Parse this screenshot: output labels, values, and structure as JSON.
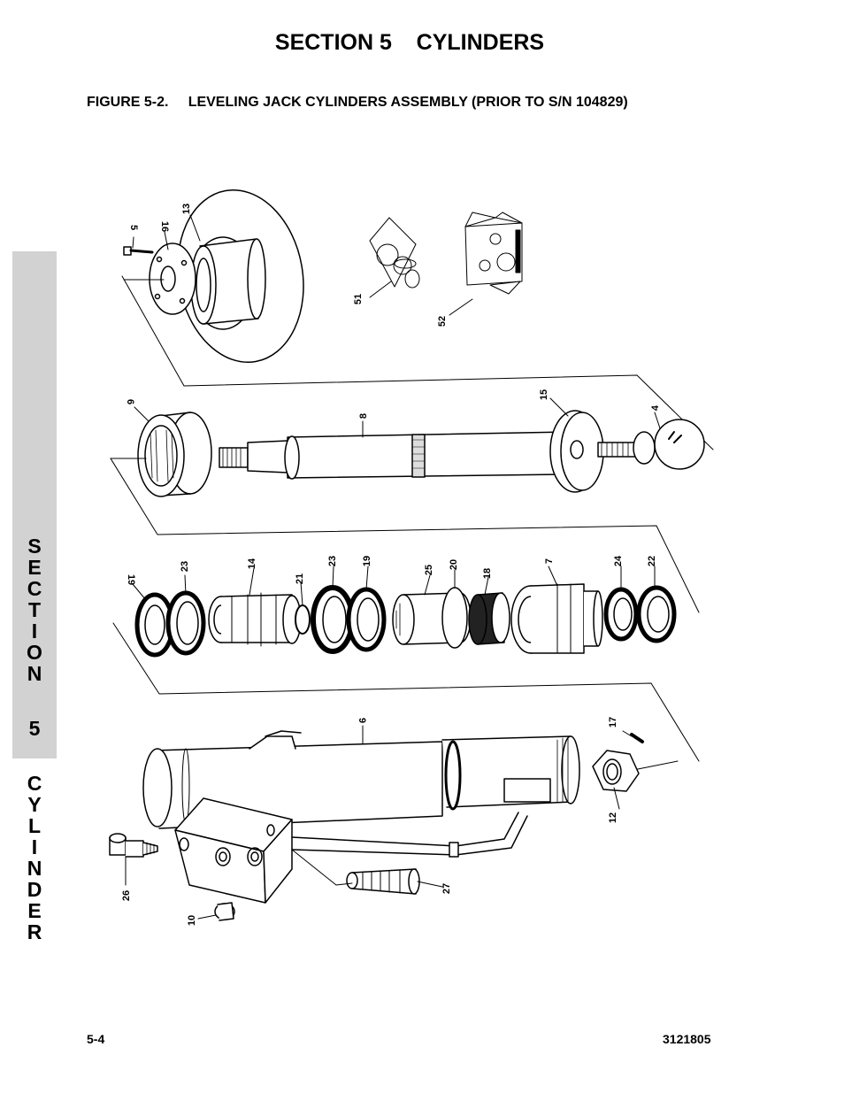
{
  "header": {
    "section_title": "SECTION 5    CYLINDERS",
    "figure_title": "FIGURE 5-2.     LEVELING JACK CYLINDERS ASSEMBLY (PRIOR TO S/N 104829)"
  },
  "side_tab": {
    "letters": [
      "S",
      "E",
      "C",
      "T",
      "I",
      "O",
      "N",
      "5",
      "C",
      "Y",
      "L",
      "I",
      "N",
      "D",
      "E",
      "R"
    ]
  },
  "callouts": {
    "c5": "5",
    "c16": "16",
    "c13": "13",
    "c51": "51",
    "c52": "52",
    "c6": "6",
    "c8": "8",
    "c15": "15",
    "c4": "4",
    "c19a": "19",
    "c23a": "23",
    "c14": "14",
    "c21": "21",
    "c23b": "23",
    "c19b": "19",
    "c25": "25",
    "c20": "20",
    "c18": "18",
    "c7": "7",
    "c24": "24",
    "c22": "22",
    "c9": "9",
    "c17": "17",
    "c12": "12",
    "c26": "26",
    "c27": "27",
    "c10": "10"
  },
  "footer": {
    "page_number": "5-4",
    "doc_number": "3121805"
  }
}
